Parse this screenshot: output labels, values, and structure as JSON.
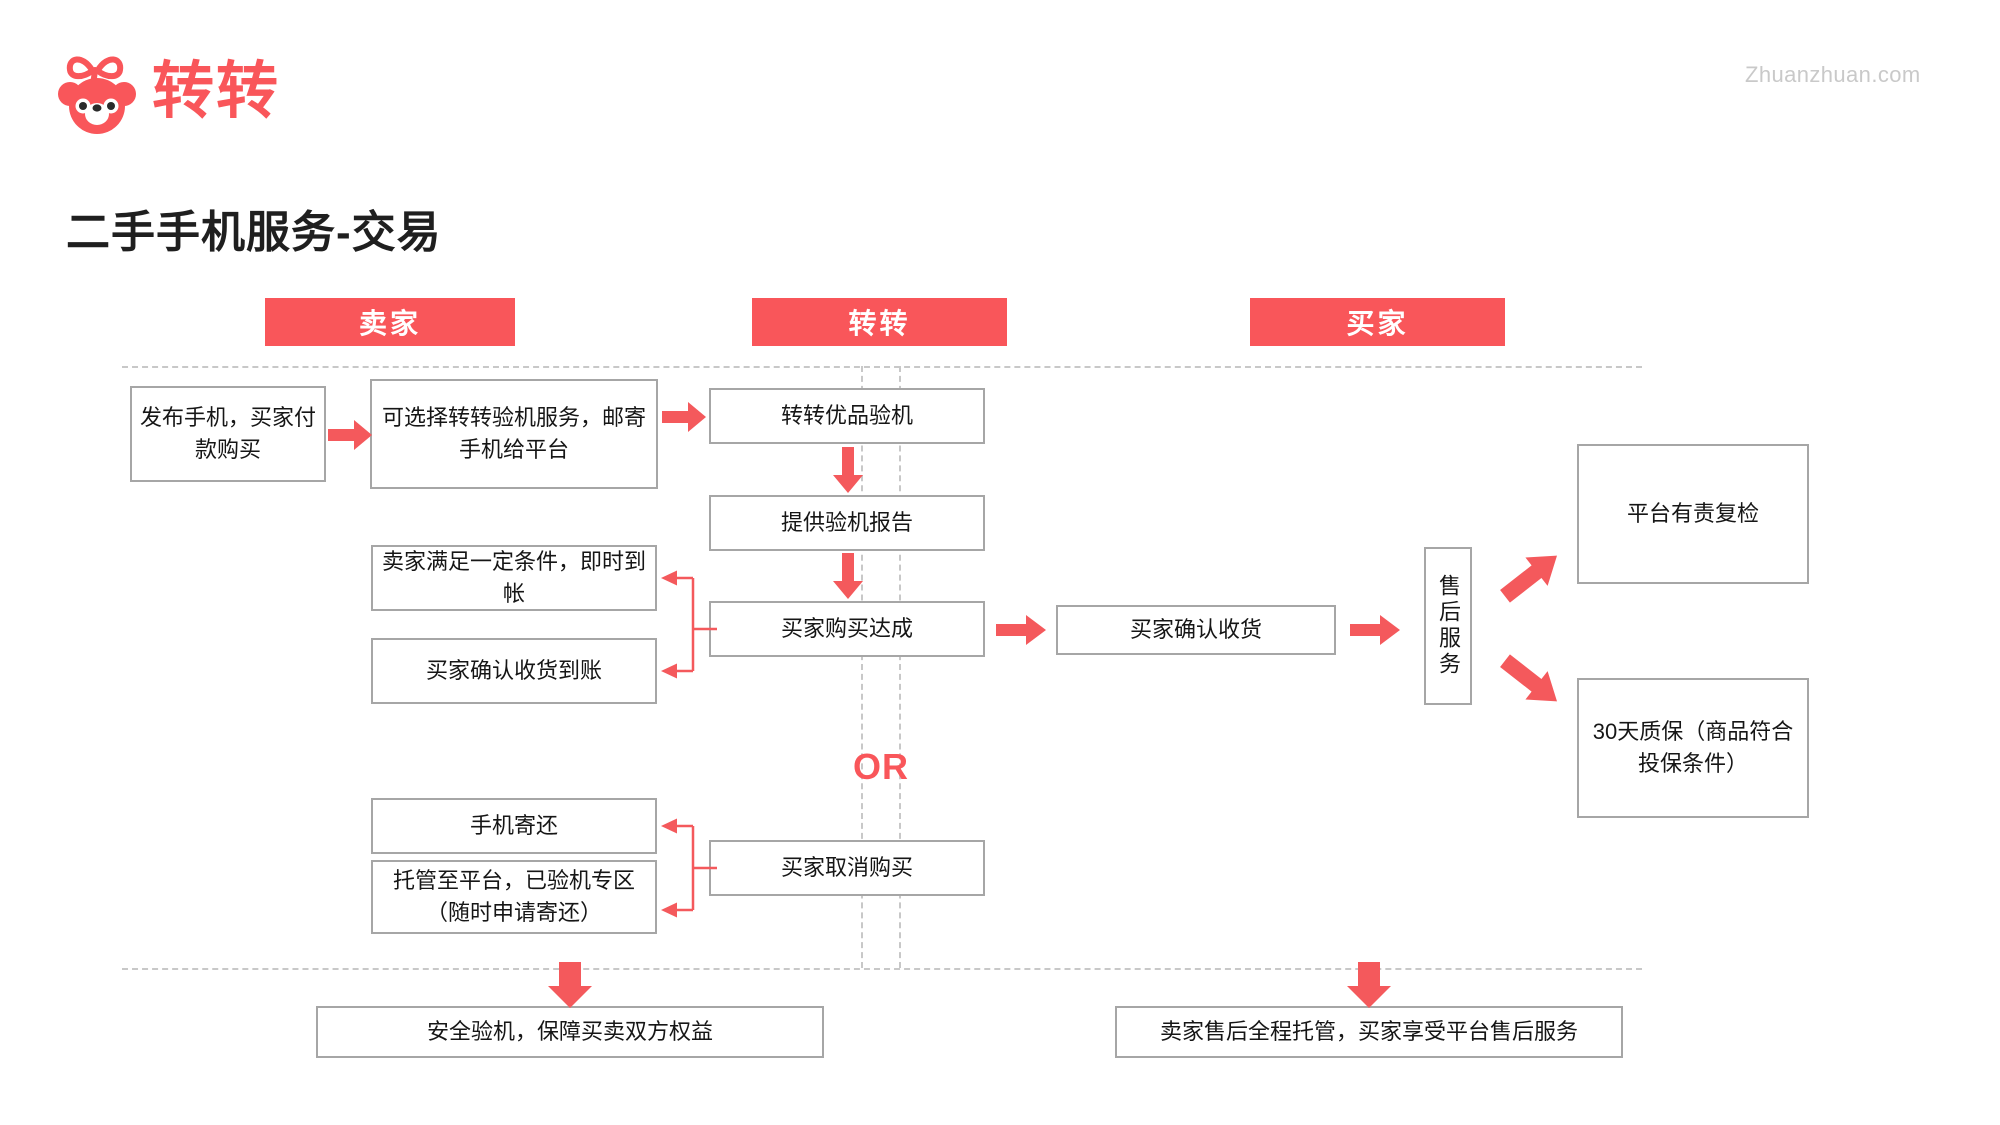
{
  "brand": {
    "logo_icon": "zhuanzhuan-bear-logo",
    "logo_text": "转转",
    "watermark": "Zhuanzhuan.com",
    "accent_color": "#f9565a",
    "box_border_color": "#a6a6a6",
    "guide_color": "#c8c8c8",
    "text_color": "#161616"
  },
  "title": "二手手机服务-交易",
  "lanes": [
    {
      "id": "seller",
      "label": "卖家"
    },
    {
      "id": "platform",
      "label": "转转"
    },
    {
      "id": "buyer",
      "label": "买家"
    }
  ],
  "nodes": {
    "publish": "发布手机，买家付款购买",
    "inspect_option": "可选择转转验机服务，邮寄手机给平台",
    "youpin_check": "转转优品验机",
    "report": "提供验机报告",
    "deal_done": "买家购买达成",
    "instant_payout": "卖家满足一定条件，即时到帐",
    "confirm_payout": "买家确认收货到账",
    "buyer_confirm": "买家确认收货",
    "after_sale": "售后服务",
    "recheck": "平台有责复检",
    "warranty": "30天质保（商品符合投保条件）",
    "phone_return": "手机寄还",
    "custody": "托管至平台，已验机专区（随时申请寄还）",
    "buyer_cancel": "买家取消购买",
    "summary_left": "安全验机，保障买卖双方权益",
    "summary_right": "卖家售后全程托管，买家享受平台售后服务"
  },
  "branch_label": "OR"
}
